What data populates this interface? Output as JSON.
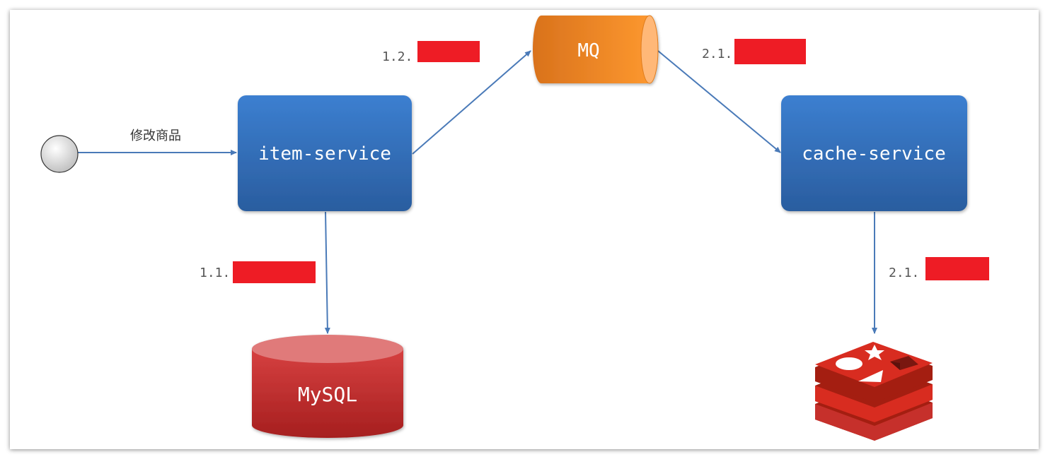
{
  "nodes": {
    "start": {
      "label": ""
    },
    "item_service": {
      "label": "item-service"
    },
    "mq": {
      "label": "MQ"
    },
    "cache_service": {
      "label": "cache-service"
    },
    "mysql": {
      "label": "MySQL"
    },
    "redis": {
      "label": "",
      "icon": "redis-icon"
    }
  },
  "edges": {
    "modify_item": {
      "label": "修改商品"
    },
    "item_to_mysql": {
      "label": "1.1."
    },
    "item_to_mq": {
      "label": "1.2."
    },
    "mq_to_cache": {
      "label": "2.1."
    },
    "cache_to_redis": {
      "label": "2.1."
    }
  },
  "colors": {
    "service_box": "#2f6db5",
    "arrow": "#4a7ab8",
    "mq": "#f08a24",
    "mysql": "#c9302c",
    "redis": "#d82c20",
    "redaction": "#ee1c25"
  }
}
